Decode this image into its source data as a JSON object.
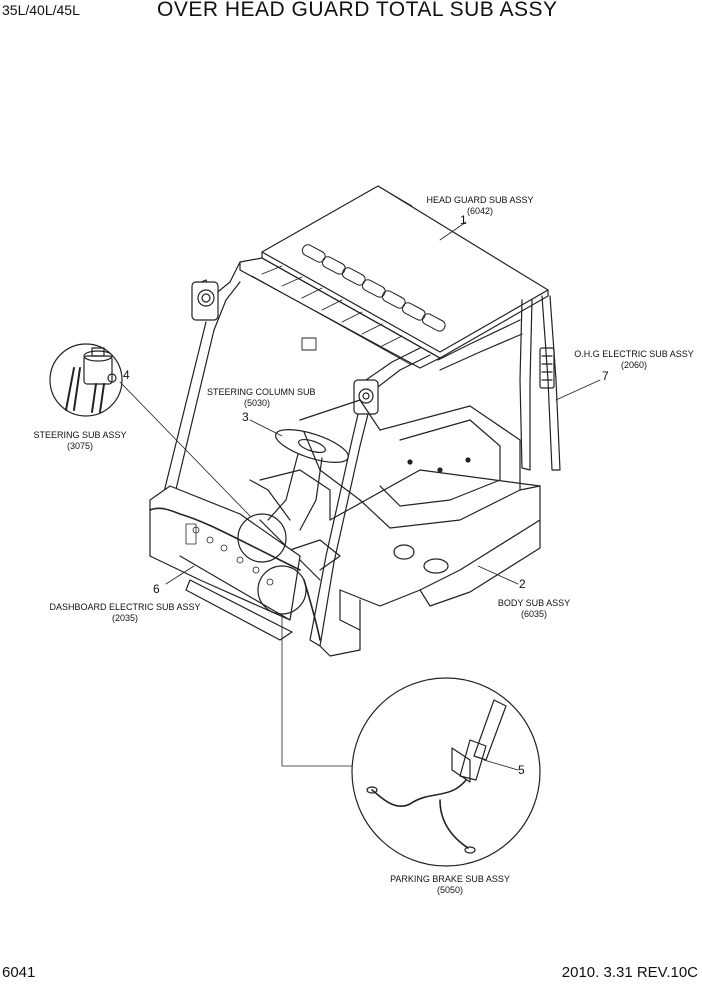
{
  "header": {
    "model": "35L/40L/45L",
    "title": "OVER HEAD GUARD TOTAL SUB ASSY"
  },
  "footer": {
    "page_number": "6041",
    "revision": "2010. 3.31 REV.10C"
  },
  "callouts": [
    {
      "item": "1",
      "name": "HEAD GUARD SUB ASSY",
      "code": "(6042)"
    },
    {
      "item": "2",
      "name": "BODY SUB ASSY",
      "code": "(6035)"
    },
    {
      "item": "3",
      "name": "STEERING COLUMN SUB",
      "code": "(5030)"
    },
    {
      "item": "4",
      "name": "STEERING SUB ASSY",
      "code": "(3075)"
    },
    {
      "item": "5",
      "name": "PARKING BRAKE SUB ASSY",
      "code": "(5050)"
    },
    {
      "item": "6",
      "name": "DASHBOARD ELECTRIC SUB ASSY",
      "code": "(2035)"
    },
    {
      "item": "7",
      "name": "O.H.G ELECTRIC SUB ASSY",
      "code": "(2060)"
    }
  ]
}
